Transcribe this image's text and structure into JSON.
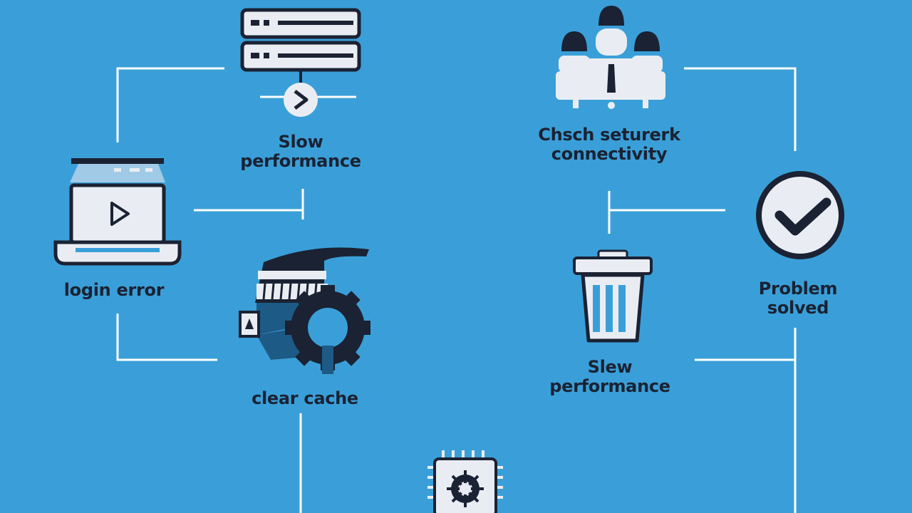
{
  "nodes": {
    "server": {
      "line1": "Slow",
      "line2": "performance"
    },
    "laptop": {
      "label": "login error"
    },
    "cache": {
      "label": "clear cache"
    },
    "network": {
      "line1": "Chsch seturerk",
      "line2": "connectivity"
    },
    "trash": {
      "line1": "Slew",
      "line2": "performance"
    },
    "solved": {
      "line1": "Problem",
      "line2": "solved"
    }
  },
  "icons": [
    "server-icon",
    "play-circle-icon",
    "laptop-play-icon",
    "brush-gear-icon",
    "people-network-icon",
    "trash-icon",
    "checkmark-circle-icon",
    "chip-icon"
  ],
  "colors": {
    "background": "#3a9fd8",
    "ink": "#1a2233",
    "paper": "#e9edf3",
    "lines": "#ffffff"
  }
}
